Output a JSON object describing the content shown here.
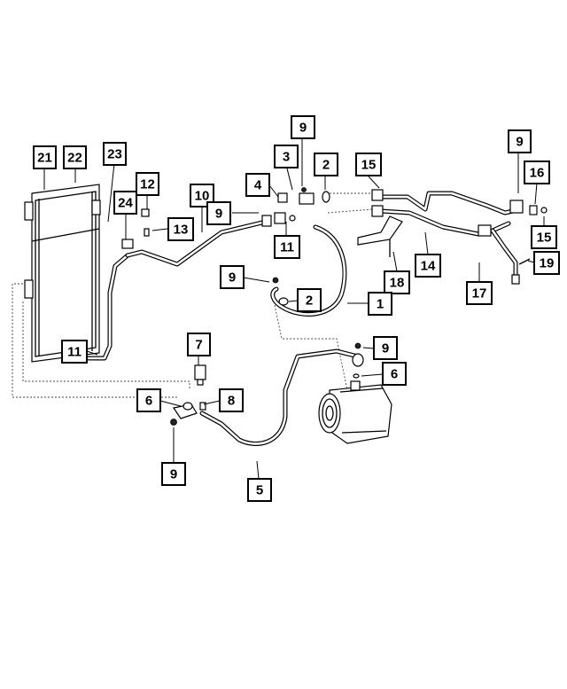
{
  "diagram": {
    "callouts": [
      {
        "label": "21"
      },
      {
        "label": "22"
      },
      {
        "label": "23"
      },
      {
        "label": "12"
      },
      {
        "label": "24"
      },
      {
        "label": "13"
      },
      {
        "label": "10"
      },
      {
        "label": "9"
      },
      {
        "label": "4"
      },
      {
        "label": "3"
      },
      {
        "label": "9"
      },
      {
        "label": "2"
      },
      {
        "label": "11"
      },
      {
        "label": "15"
      },
      {
        "label": "9"
      },
      {
        "label": "16"
      },
      {
        "label": "15"
      },
      {
        "label": "14"
      },
      {
        "label": "19"
      },
      {
        "label": "17"
      },
      {
        "label": "18"
      },
      {
        "label": "9"
      },
      {
        "label": "2"
      },
      {
        "label": "1"
      },
      {
        "label": "11"
      },
      {
        "label": "7"
      },
      {
        "label": "9"
      },
      {
        "label": "6"
      },
      {
        "label": "6"
      },
      {
        "label": "8"
      },
      {
        "label": "9"
      },
      {
        "label": "5"
      }
    ]
  }
}
